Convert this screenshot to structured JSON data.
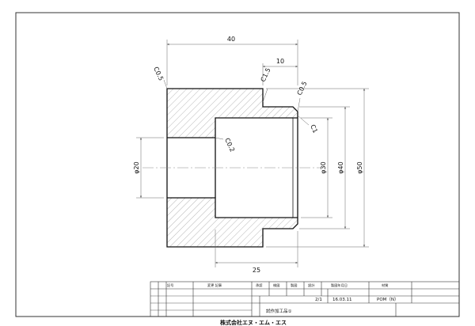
{
  "dimensions": {
    "overall_length": "40",
    "step_length": "10",
    "bore_depth": "25",
    "bore_dia": "φ30",
    "step_dia": "φ40",
    "outer_dia": "φ50",
    "hole_dia": "φ20"
  },
  "chamfers": {
    "outer_left": "C0.5",
    "step": "C1.5",
    "right_outer": "C0.5",
    "bore_mouth": "C1",
    "bore_bottom": "C0.2"
  },
  "title_block": {
    "col_sign": "記号",
    "col_change": "変更 記事",
    "col_approve": "承認",
    "col_check": "検図",
    "col_draw": "製図",
    "col_design": "設計",
    "col_date_label": "製図年月日",
    "col_material_label": "材質",
    "scale": "2/1",
    "date": "16.03.11",
    "material": "POM（N）",
    "part_name": "試作加工品①",
    "company": "株式会社エヌ・エム・エス"
  }
}
